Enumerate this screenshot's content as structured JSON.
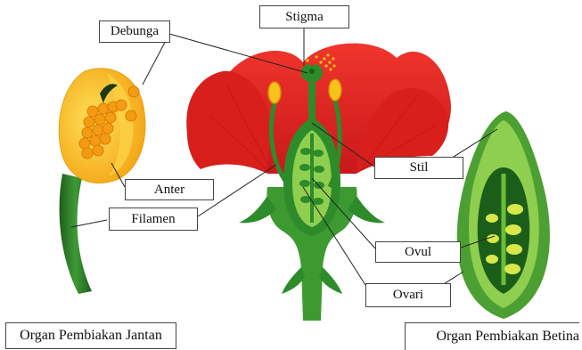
{
  "labels": {
    "stigma": "Stigma",
    "debunga": "Debunga",
    "anter": "Anter",
    "filamen": "Filamen",
    "stil": "Stil",
    "ovul": "Ovul",
    "ovari": "Ovari"
  },
  "captions": {
    "male": "Organ Pembiakan Jantan",
    "female": "Organ Pembiakan Betina"
  },
  "colors": {
    "petal_red": "#e8231f",
    "petal_dark": "#b51512",
    "stem_green": "#2e8b2a",
    "light_green": "#7cc242",
    "anther_yellow": "#f6c21c",
    "pollen_orange": "#f39c12"
  }
}
